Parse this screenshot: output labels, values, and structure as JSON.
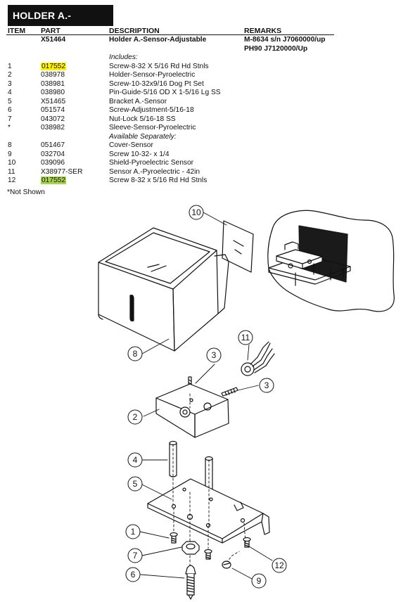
{
  "title": "HOLDER A.-SENSOR",
  "columns": {
    "item": "ITEM",
    "part": "PART",
    "description": "DESCRIPTION",
    "remarks": "REMARKS"
  },
  "main_part": {
    "part": "X51464",
    "description": "Holder A.-Sensor-Adjustable",
    "remarks_line1": "M-8634 s/n J7060000/up",
    "remarks_line2": "PH90 J7120000/Up"
  },
  "includes_label": "Includes:",
  "included_items": [
    {
      "item": "1",
      "part": "017552",
      "description": "Screw-8-32 X 5/16 Rd Hd Stnls",
      "highlight": "#fff200"
    },
    {
      "item": "2",
      "part": "038978",
      "description": "Holder-Sensor-Pyroelectric"
    },
    {
      "item": "3",
      "part": "038981",
      "description": "Screw-10-32x9/16 Dog Pt Set"
    },
    {
      "item": "4",
      "part": "038980",
      "description": "Pin-Guide-5/16 OD X 1-5/16 Lg SS"
    },
    {
      "item": "5",
      "part": "X51465",
      "description": "Bracket A.-Sensor"
    },
    {
      "item": "6",
      "part": "051574",
      "description": "Screw-Adjustment-5/16-18"
    },
    {
      "item": "7",
      "part": "043072",
      "description": "Nut-Lock 5/16-18 SS"
    },
    {
      "item": "*",
      "part": "038982",
      "description": "Sleeve-Sensor-Pyroelectric"
    }
  ],
  "available_label": "Available Separately:",
  "separate_items": [
    {
      "item": "8",
      "part": "051467",
      "description": "Cover-Sensor"
    },
    {
      "item": "9",
      "part": "032704",
      "description": "Screw 10-32- x 1/4"
    },
    {
      "item": "10",
      "part": "039096",
      "description": "Shield-Pyroelectric Sensor"
    },
    {
      "item": "11",
      "part": "X38977-SER",
      "description": "Sensor A.-Pyroelectric - 42in"
    },
    {
      "item": "12",
      "part": "017552",
      "description": "Screw 8-32 x 5/16 Rd Hd Stnls",
      "highlight": "#a8d44b"
    }
  ],
  "footnote": "*Not Shown",
  "callouts": [
    "10",
    "11",
    "8",
    "3",
    "3",
    "2",
    "4",
    "5",
    "1",
    "7",
    "6",
    "9",
    "12"
  ],
  "colors": {
    "title_bg": "#111111",
    "title_fg": "#ffffff",
    "highlight_yellow": "#fff200",
    "highlight_green": "#a8d44b"
  }
}
